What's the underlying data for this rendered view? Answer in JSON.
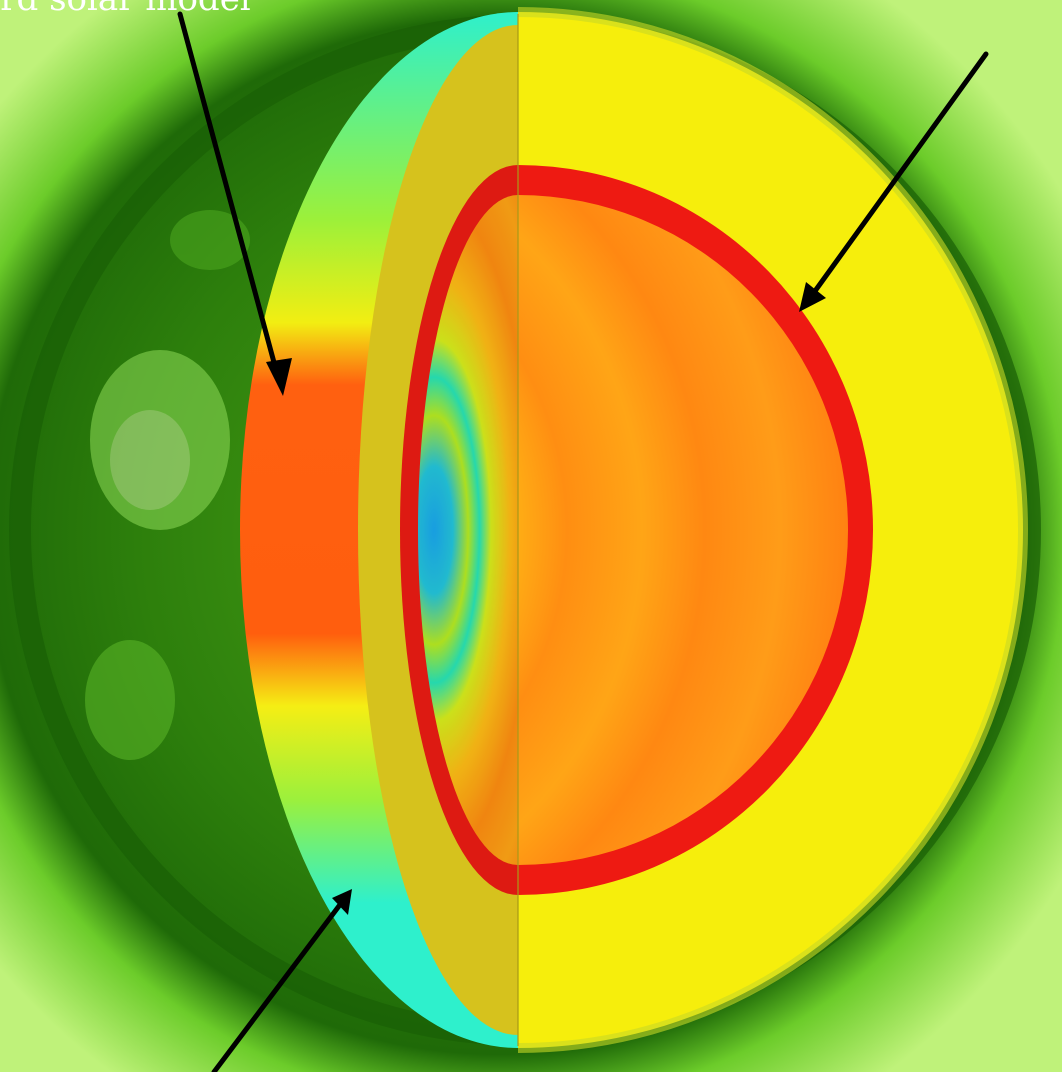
{
  "annotations": {
    "top_left_label": "ard solar model"
  },
  "colors": {
    "sun_background": "#2f8a0e",
    "sun_glow": "#8fe34a",
    "cut_face_inner": "#d9c21a",
    "outer_yellow": "#f7ef0a",
    "red_band": "#ee1a12",
    "orange_band": "#ff8a12",
    "cyan_band": "#2ff0cc",
    "core_blue": "#1ab4ee",
    "arrow": "#000000"
  },
  "icons": [
    "arrow-left-band",
    "arrow-red-shell",
    "arrow-cyan-band"
  ]
}
